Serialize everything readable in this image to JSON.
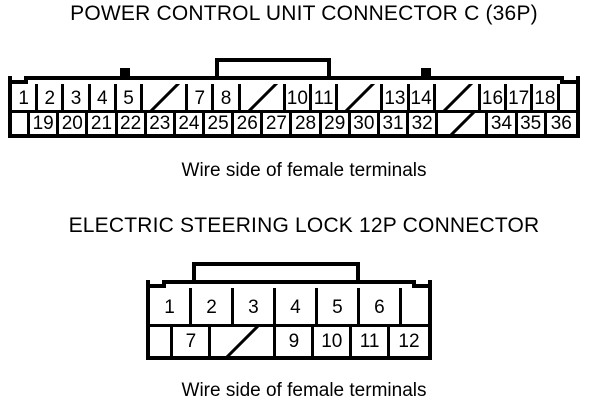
{
  "page": {
    "background": "#ffffff",
    "ink": "#000000"
  },
  "connector_36p": {
    "title": "POWER CONTROL UNIT CONNECTOR C (36P)",
    "caption": "Wire side of female terminals",
    "pin_count": 36,
    "top_row": [
      {
        "label": "1",
        "type": "pin"
      },
      {
        "label": "2",
        "type": "pin"
      },
      {
        "label": "3",
        "type": "pin"
      },
      {
        "label": "4",
        "type": "pin"
      },
      {
        "label": "5",
        "type": "pin"
      },
      {
        "label": "",
        "type": "blank"
      },
      {
        "label": "7",
        "type": "pin"
      },
      {
        "label": "8",
        "type": "pin"
      },
      {
        "label": "",
        "type": "blank"
      },
      {
        "label": "10",
        "type": "pin"
      },
      {
        "label": "11",
        "type": "pin"
      },
      {
        "label": "",
        "type": "blank"
      },
      {
        "label": "13",
        "type": "pin"
      },
      {
        "label": "14",
        "type": "pin"
      },
      {
        "label": "",
        "type": "blank"
      },
      {
        "label": "16",
        "type": "pin"
      },
      {
        "label": "17",
        "type": "pin"
      },
      {
        "label": "18",
        "type": "pin"
      },
      {
        "label": "",
        "type": "empty"
      }
    ],
    "bottom_row": [
      {
        "label": "",
        "type": "empty"
      },
      {
        "label": "19",
        "type": "pin"
      },
      {
        "label": "20",
        "type": "pin"
      },
      {
        "label": "21",
        "type": "pin"
      },
      {
        "label": "22",
        "type": "pin"
      },
      {
        "label": "23",
        "type": "pin"
      },
      {
        "label": "24",
        "type": "pin"
      },
      {
        "label": "25",
        "type": "pin"
      },
      {
        "label": "26",
        "type": "pin"
      },
      {
        "label": "27",
        "type": "pin"
      },
      {
        "label": "28",
        "type": "pin"
      },
      {
        "label": "29",
        "type": "pin"
      },
      {
        "label": "30",
        "type": "pin"
      },
      {
        "label": "31",
        "type": "pin"
      },
      {
        "label": "32",
        "type": "pin"
      },
      {
        "label": "",
        "type": "blank"
      },
      {
        "label": "34",
        "type": "pin"
      },
      {
        "label": "35",
        "type": "pin"
      },
      {
        "label": "36",
        "type": "pin"
      }
    ]
  },
  "connector_12p": {
    "title": "ELECTRIC STEERING LOCK 12P CONNECTOR",
    "caption": "Wire side of female terminals",
    "pin_count": 12,
    "top_row": [
      {
        "label": "1",
        "type": "pin"
      },
      {
        "label": "2",
        "type": "pin"
      },
      {
        "label": "3",
        "type": "pin"
      },
      {
        "label": "4",
        "type": "pin"
      },
      {
        "label": "5",
        "type": "pin"
      },
      {
        "label": "6",
        "type": "pin"
      },
      {
        "label": "",
        "type": "empty"
      }
    ],
    "bottom_row": [
      {
        "label": "",
        "type": "empty"
      },
      {
        "label": "7",
        "type": "pin"
      },
      {
        "label": "",
        "type": "blank"
      },
      {
        "label": "9",
        "type": "pin"
      },
      {
        "label": "10",
        "type": "pin"
      },
      {
        "label": "11",
        "type": "pin"
      },
      {
        "label": "12",
        "type": "pin"
      }
    ]
  }
}
